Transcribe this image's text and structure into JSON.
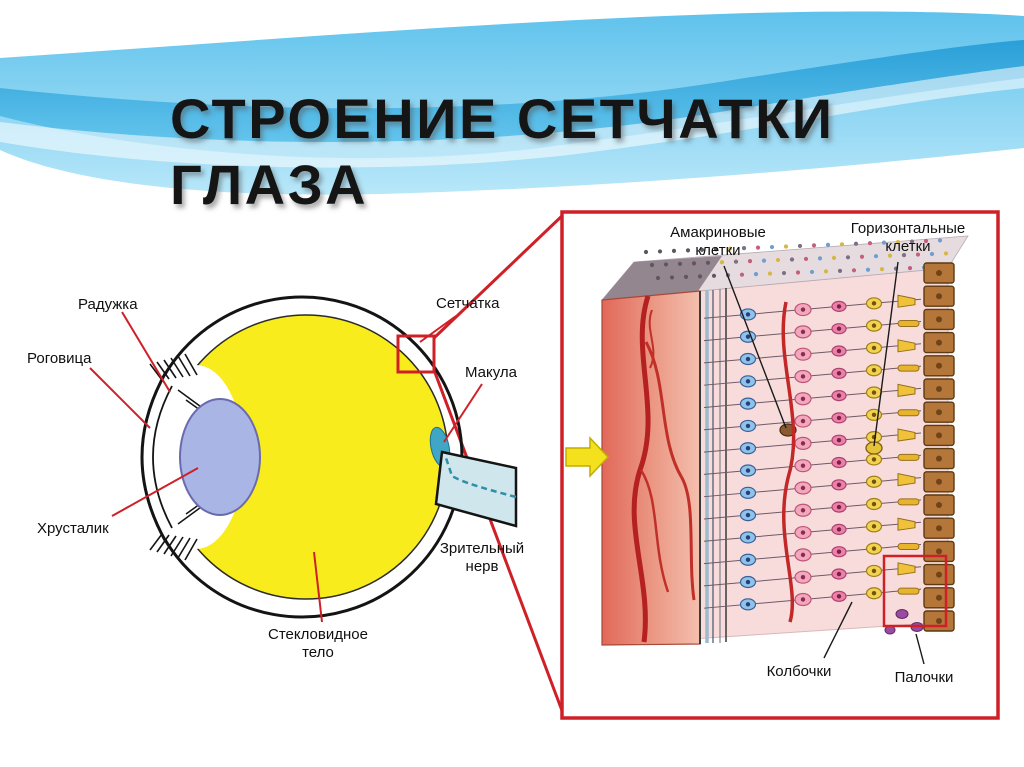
{
  "slide": {
    "title": "СТРОЕНИЕ СЕТЧАТКИ\nГЛАЗА"
  },
  "eye_diagram": {
    "labels": {
      "iris": "Радужка",
      "cornea": "Роговица",
      "lens": "Хрусталик",
      "retina": "Сетчатка",
      "macula": "Макула",
      "optic_nerve": "Зрительный\nнерв",
      "vitreous_body": "Стекловидное\nтело"
    }
  },
  "retina_panel": {
    "labels": {
      "amacrine_cells": "Амакриновые\nклетки",
      "horizontal_cells": "Горизонтальные\nклетки",
      "cones": "Колбочки",
      "rods": "Палочки"
    }
  },
  "colors": {
    "accent_red": "#cf2028",
    "eye_yellow": "#f8ec1c",
    "wave_blue": "#2aa4dd",
    "arrow_yellow": "#f4e01c"
  }
}
